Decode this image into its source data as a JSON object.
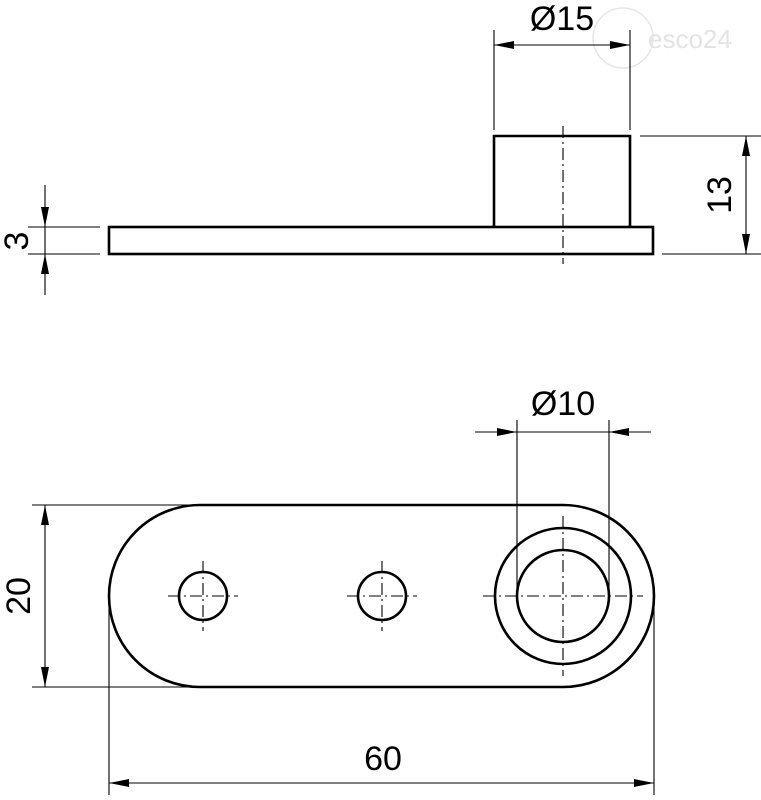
{
  "watermark": {
    "brand": "esco24"
  },
  "side_view": {
    "dim_pin_diameter": "Ø15",
    "dim_total_height": "13",
    "dim_plate_thickness": "3"
  },
  "top_view": {
    "dim_hole_diameter": "Ø10",
    "dim_width": "20",
    "dim_length": "60"
  }
}
